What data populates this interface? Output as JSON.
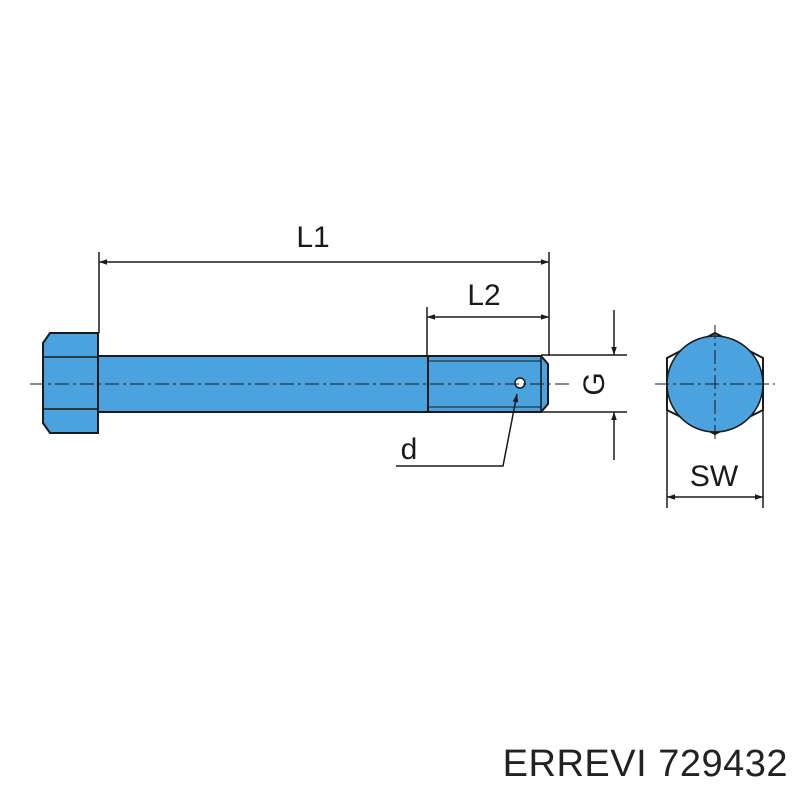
{
  "labels": {
    "l1": "L1",
    "l2": "L2",
    "g": "G",
    "d": "d",
    "sw": "SW"
  },
  "caption": "ERREVI 729432",
  "colors": {
    "part_fill": "#4aa3df",
    "outline": "#1a1a1a",
    "background": "#ffffff"
  }
}
